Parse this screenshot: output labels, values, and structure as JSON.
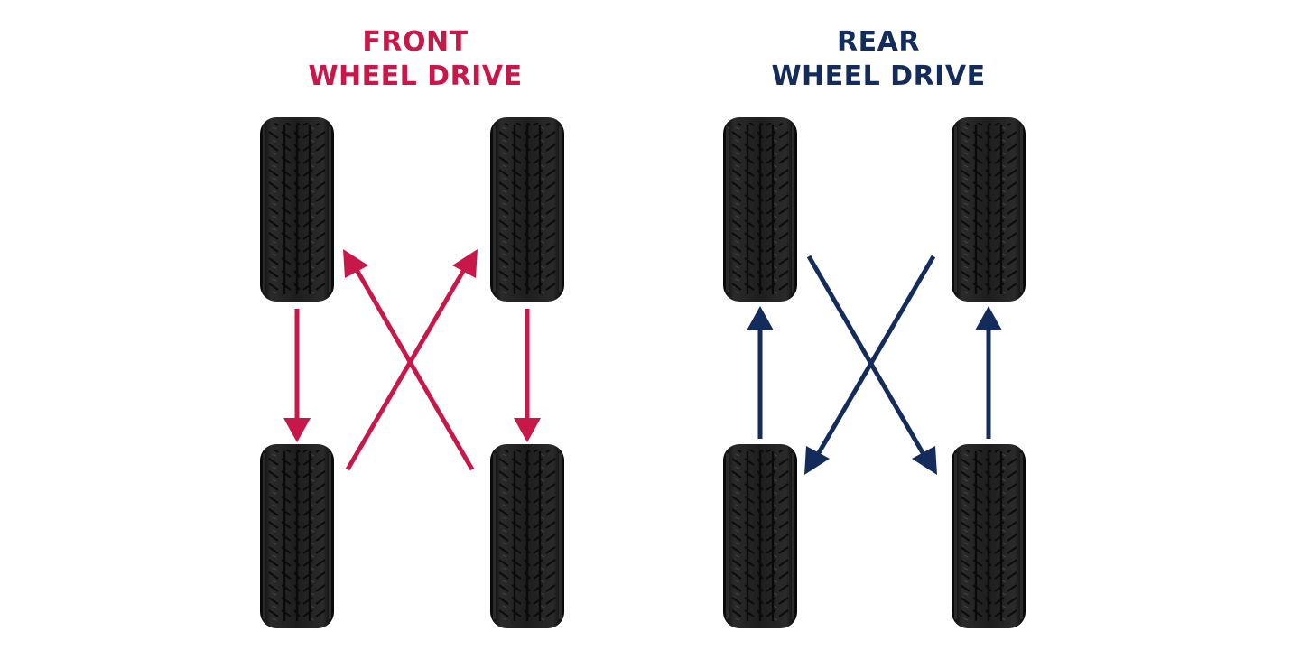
{
  "front": {
    "title_line1": "FRONT",
    "title_line2": "WHEEL DRIVE",
    "color": "#c8184a"
  },
  "rear": {
    "title_line1": "REAR",
    "title_line2": "WHEEL DRIVE",
    "color": "#132c5c"
  },
  "tire": {
    "color": "#1b1b1b",
    "tread_color": "#3c3c3c",
    "groove_color": "#0a0a0a"
  }
}
